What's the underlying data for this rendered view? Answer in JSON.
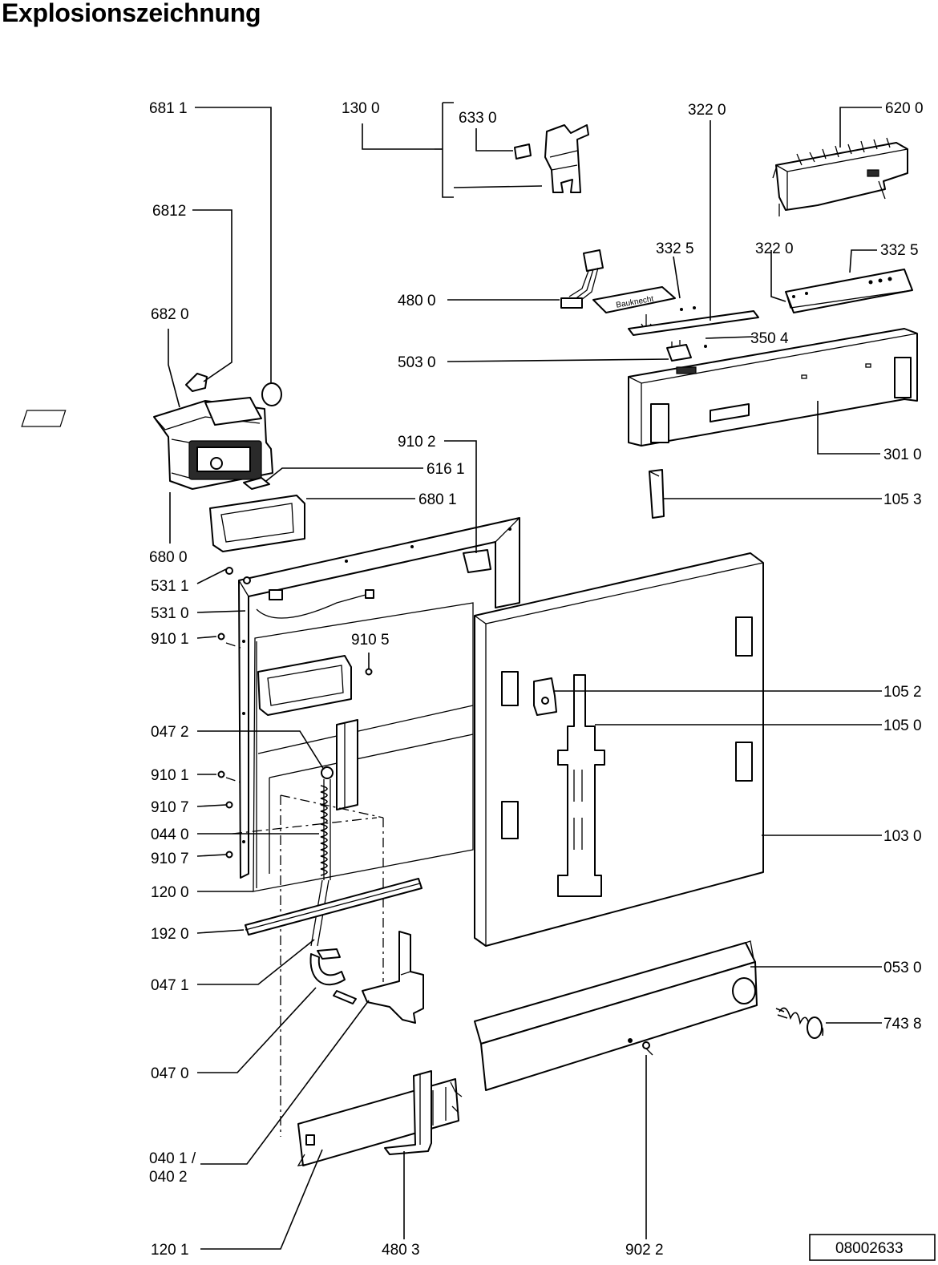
{
  "title": "Explosionszeichnung",
  "doc_number": "08002633",
  "logo_text": "Bauknecht",
  "labels": {
    "l6811": "681 1",
    "l6812": "6812",
    "l6820": "682 0",
    "l6800": "680 0",
    "l5311": "531 1",
    "l5310": "531 0",
    "l9101a": "910 1",
    "l0472": "047 2",
    "l9101b": "910 1",
    "l9107a": "910 7",
    "l0440": "044 0",
    "l9107b": "910 7",
    "l1200": "120 0",
    "l1920": "192 0",
    "l0471": "047 1",
    "l0470": "047 0",
    "l0401": "040 1 /",
    "l0402": "040 2",
    "l1201": "120 1",
    "l4803": "480 3",
    "l9022": "902 2",
    "l1300": "130 0",
    "l6330": "633 0",
    "l4800": "480 0",
    "l5030": "503  0",
    "l9102": "910 2",
    "l6161": "616 1",
    "l6801": "680 1",
    "l9105": "910 5",
    "l3220a": "322 0",
    "l3325a": "332 5",
    "l3504": "350 4",
    "l6200": "620 0",
    "l3220b": "322  0",
    "l3325b": "332  5",
    "l3010": "301 0",
    "l1053": "105 3",
    "l1052": "105 2",
    "l1050": "105 0",
    "l1030": "103 0",
    "l0530": "053 0",
    "l7438": "743 8"
  }
}
